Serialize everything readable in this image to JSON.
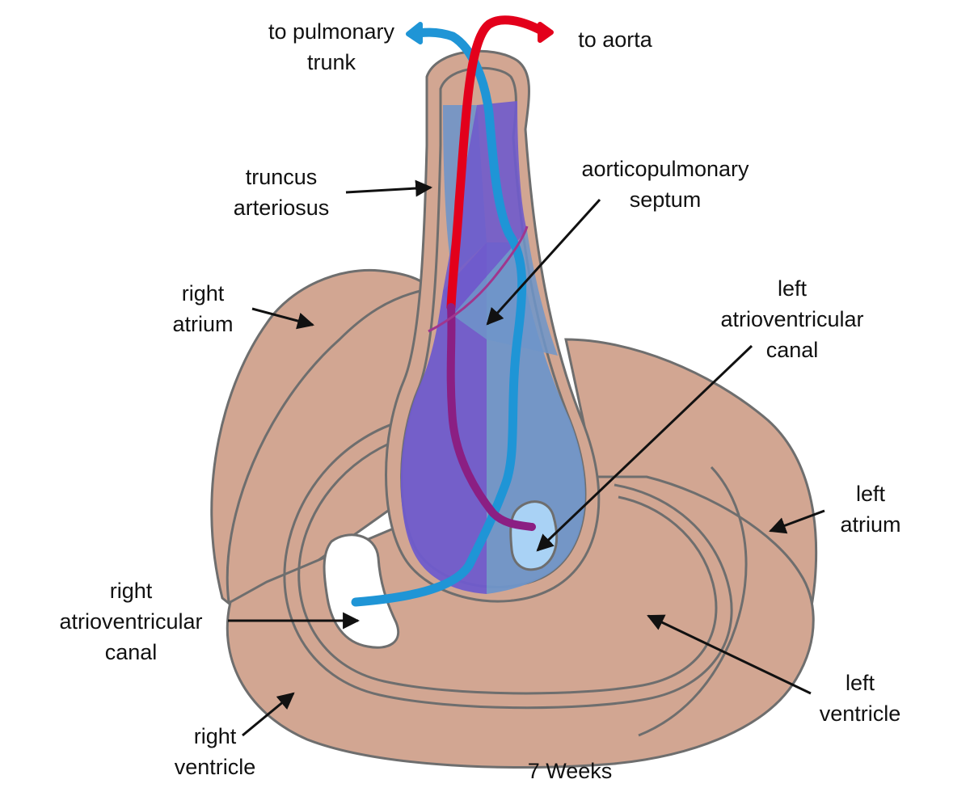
{
  "labels": {
    "to_pulmonary": [
      "to pulmonary",
      "trunk"
    ],
    "to_aorta": "to aorta",
    "truncus": [
      "truncus",
      "arteriosus"
    ],
    "aorticopulmonary": [
      "aorticopulmonary",
      "septum"
    ],
    "right_atrium": [
      "right",
      "atrium"
    ],
    "left_av_canal": [
      "left",
      "atrioventricular",
      "canal"
    ],
    "left_atrium": [
      "left",
      "atrium"
    ],
    "right_av_canal": [
      "right",
      "atrioventricular",
      "canal"
    ],
    "left_ventricle": [
      "left",
      "ventricle"
    ],
    "right_ventricle": [
      "right",
      "ventricle"
    ],
    "caption": "7 Weeks"
  },
  "colors": {
    "tissue": "#d2a692",
    "outline": "#6e6e6e",
    "septum_left": "#6f5bcc",
    "septum_right": "#6f95c9",
    "pulmonary_flow": "#1f95d6",
    "aortic_flow": "#e3001b",
    "mixed_flow": "#8b1f83",
    "canal_open": "#ffffff",
    "left_canal_fill": "#a9d2f5"
  }
}
